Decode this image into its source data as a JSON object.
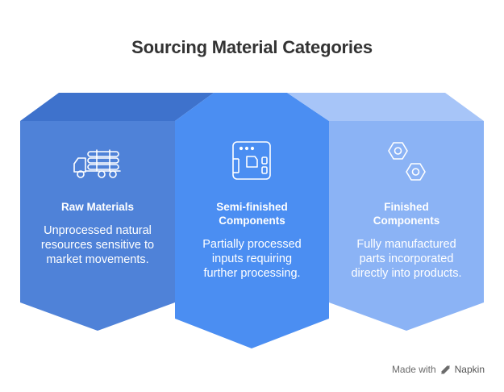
{
  "title": "Sourcing Material Categories",
  "colors": {
    "panel1": "#4F82D8",
    "panel2": "#4B8EF2",
    "panel3": "#8BB3F5",
    "top1": "#3E72CC",
    "top3": "#A7C5F8",
    "title": "#333333"
  },
  "panels": [
    {
      "icon": "truck-logs-icon",
      "title": "Raw Materials",
      "description": "Unprocessed natural resources sensitive to market movements."
    },
    {
      "icon": "circuit-board-icon",
      "title": "Semi-finished Components",
      "description": "Partially processed inputs requiring further processing."
    },
    {
      "icon": "hex-nuts-icon",
      "title": "Finished Components",
      "description": "Fully manufactured parts incorporated directly into products."
    }
  ],
  "footer": {
    "made_with": "Made with",
    "brand": "Napkin",
    "brand_icon": "napkin-logo-icon"
  }
}
